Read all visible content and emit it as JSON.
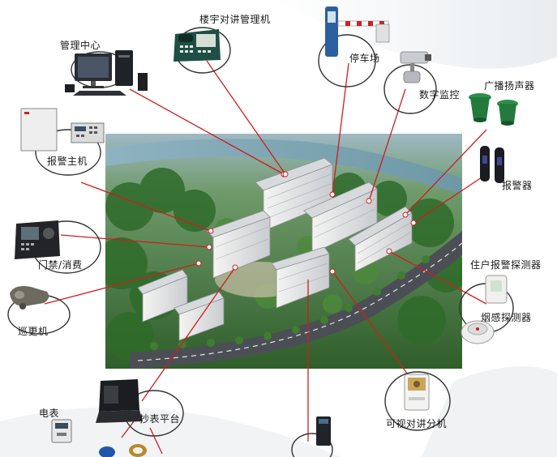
{
  "labels": {
    "intercom_manager": "楼宇对讲管理机",
    "parking": "停车场",
    "management_center": "管理中心",
    "digital_monitoring": "数字监控",
    "broadcast_speaker": "广播扬声器",
    "alarm_host": "报警主机",
    "alarm": "报警器",
    "access_control": "门禁/消费",
    "resident_alarm_detector": "住户报警探测器",
    "patrol": "巡更机",
    "smoke_detector": "烟感探测器",
    "video_intercom": "可视对讲分机",
    "electric_meter": "电表",
    "meter_reading": "抄表平台"
  },
  "colors": {
    "connector": "#cc1f1f",
    "ring": "#333333",
    "background": "#ffffff"
  },
  "icons": [
    "desktop-computer-icon",
    "intercom-console-icon",
    "parking-gate-icon",
    "cctv-camera-icon",
    "speaker-icon",
    "alarm-panel-icon",
    "infrared-beam-icon",
    "access-terminal-icon",
    "wall-detector-icon",
    "patrol-wand-icon",
    "smoke-detector-icon",
    "video-phone-icon",
    "electric-meter-icon",
    "meter-cabinet-icon",
    "card-reader-icon",
    "water-meter-icon"
  ]
}
